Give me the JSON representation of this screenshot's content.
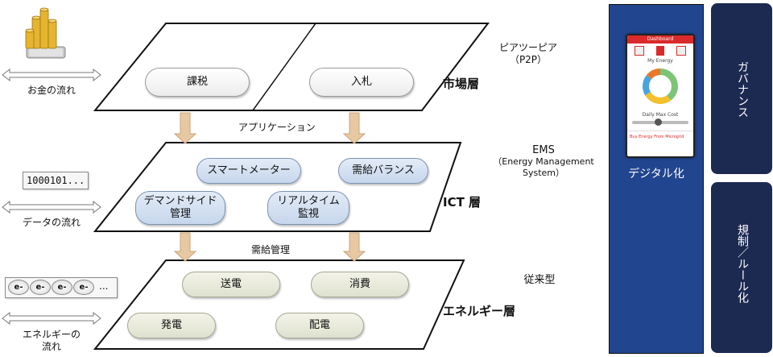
{
  "layers": {
    "market": {
      "name": "市場層",
      "items": [
        "課税",
        "入札"
      ]
    },
    "ict": {
      "name": "ICT 層",
      "items": [
        "スマートメーター",
        "需給バランス",
        "デマンドサイド\n管理",
        "リアルタイム\n監視"
      ]
    },
    "energy": {
      "name": "エネルギー層",
      "items": [
        "送電",
        "消費",
        "発電",
        "配電"
      ]
    }
  },
  "connectors": {
    "market_to_ict": "アプリケーション",
    "ict_to_energy": "需給管理"
  },
  "left_flows": {
    "money": "お金の流れ",
    "data_sample": "1000101...",
    "data": "データの流れ",
    "electron_symbol": "e-",
    "electron_ellipsis": "...",
    "energy": "エネルギーの\n流れ"
  },
  "right_labels": {
    "p2p_line1": "ピアツーピア",
    "p2p_line2": "（P2P）",
    "ems_line1": "EMS",
    "ems_line2": "（Energy Management",
    "ems_line3": "System）",
    "conventional": "従来型"
  },
  "digital_panel": {
    "label": "デジタル化",
    "phone": {
      "header": "Dashboard",
      "section1": "My Energy",
      "section2": "Daily Max Cost",
      "footer": "Buy Energy From Microgrid"
    }
  },
  "governance": {
    "top": "ガバナンス",
    "bottom": "規制／ルール化"
  },
  "colors": {
    "digital_panel_bg": "#22458f",
    "governance_bg": "#1c2a52",
    "arrow_fill": "#e8c8a3",
    "ict_pill": "#c6d6ec",
    "energy_pill": "#dfe1cf",
    "phone_accent": "#d92b2b"
  }
}
